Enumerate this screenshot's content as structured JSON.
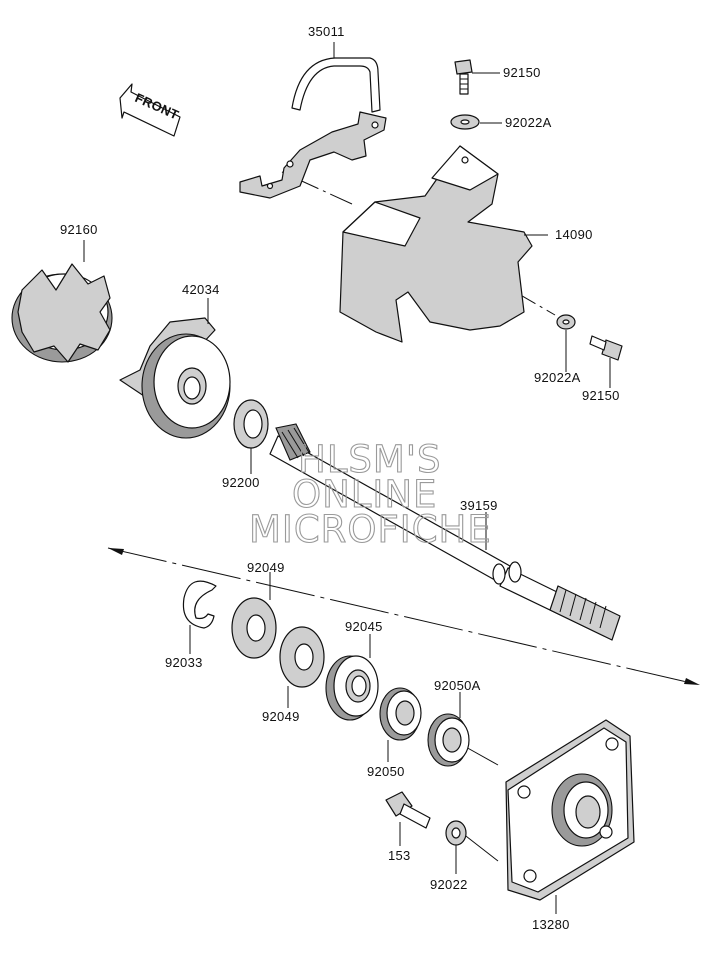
{
  "front_label": "FRONT",
  "watermark": {
    "line1": "HLSM'S",
    "line2": "ONLINE",
    "line3": "MICROFICHE"
  },
  "parts": [
    {
      "id": "35011"
    },
    {
      "id": "92150"
    },
    {
      "id": "92022A"
    },
    {
      "id": "14090"
    },
    {
      "id": "92022A"
    },
    {
      "id": "92150"
    },
    {
      "id": "92160"
    },
    {
      "id": "42034"
    },
    {
      "id": "92200"
    },
    {
      "id": "39159"
    },
    {
      "id": "92049"
    },
    {
      "id": "92033"
    },
    {
      "id": "92045"
    },
    {
      "id": "92049"
    },
    {
      "id": "92050A"
    },
    {
      "id": "92050"
    },
    {
      "id": "153"
    },
    {
      "id": "92022"
    },
    {
      "id": "13280"
    }
  ]
}
